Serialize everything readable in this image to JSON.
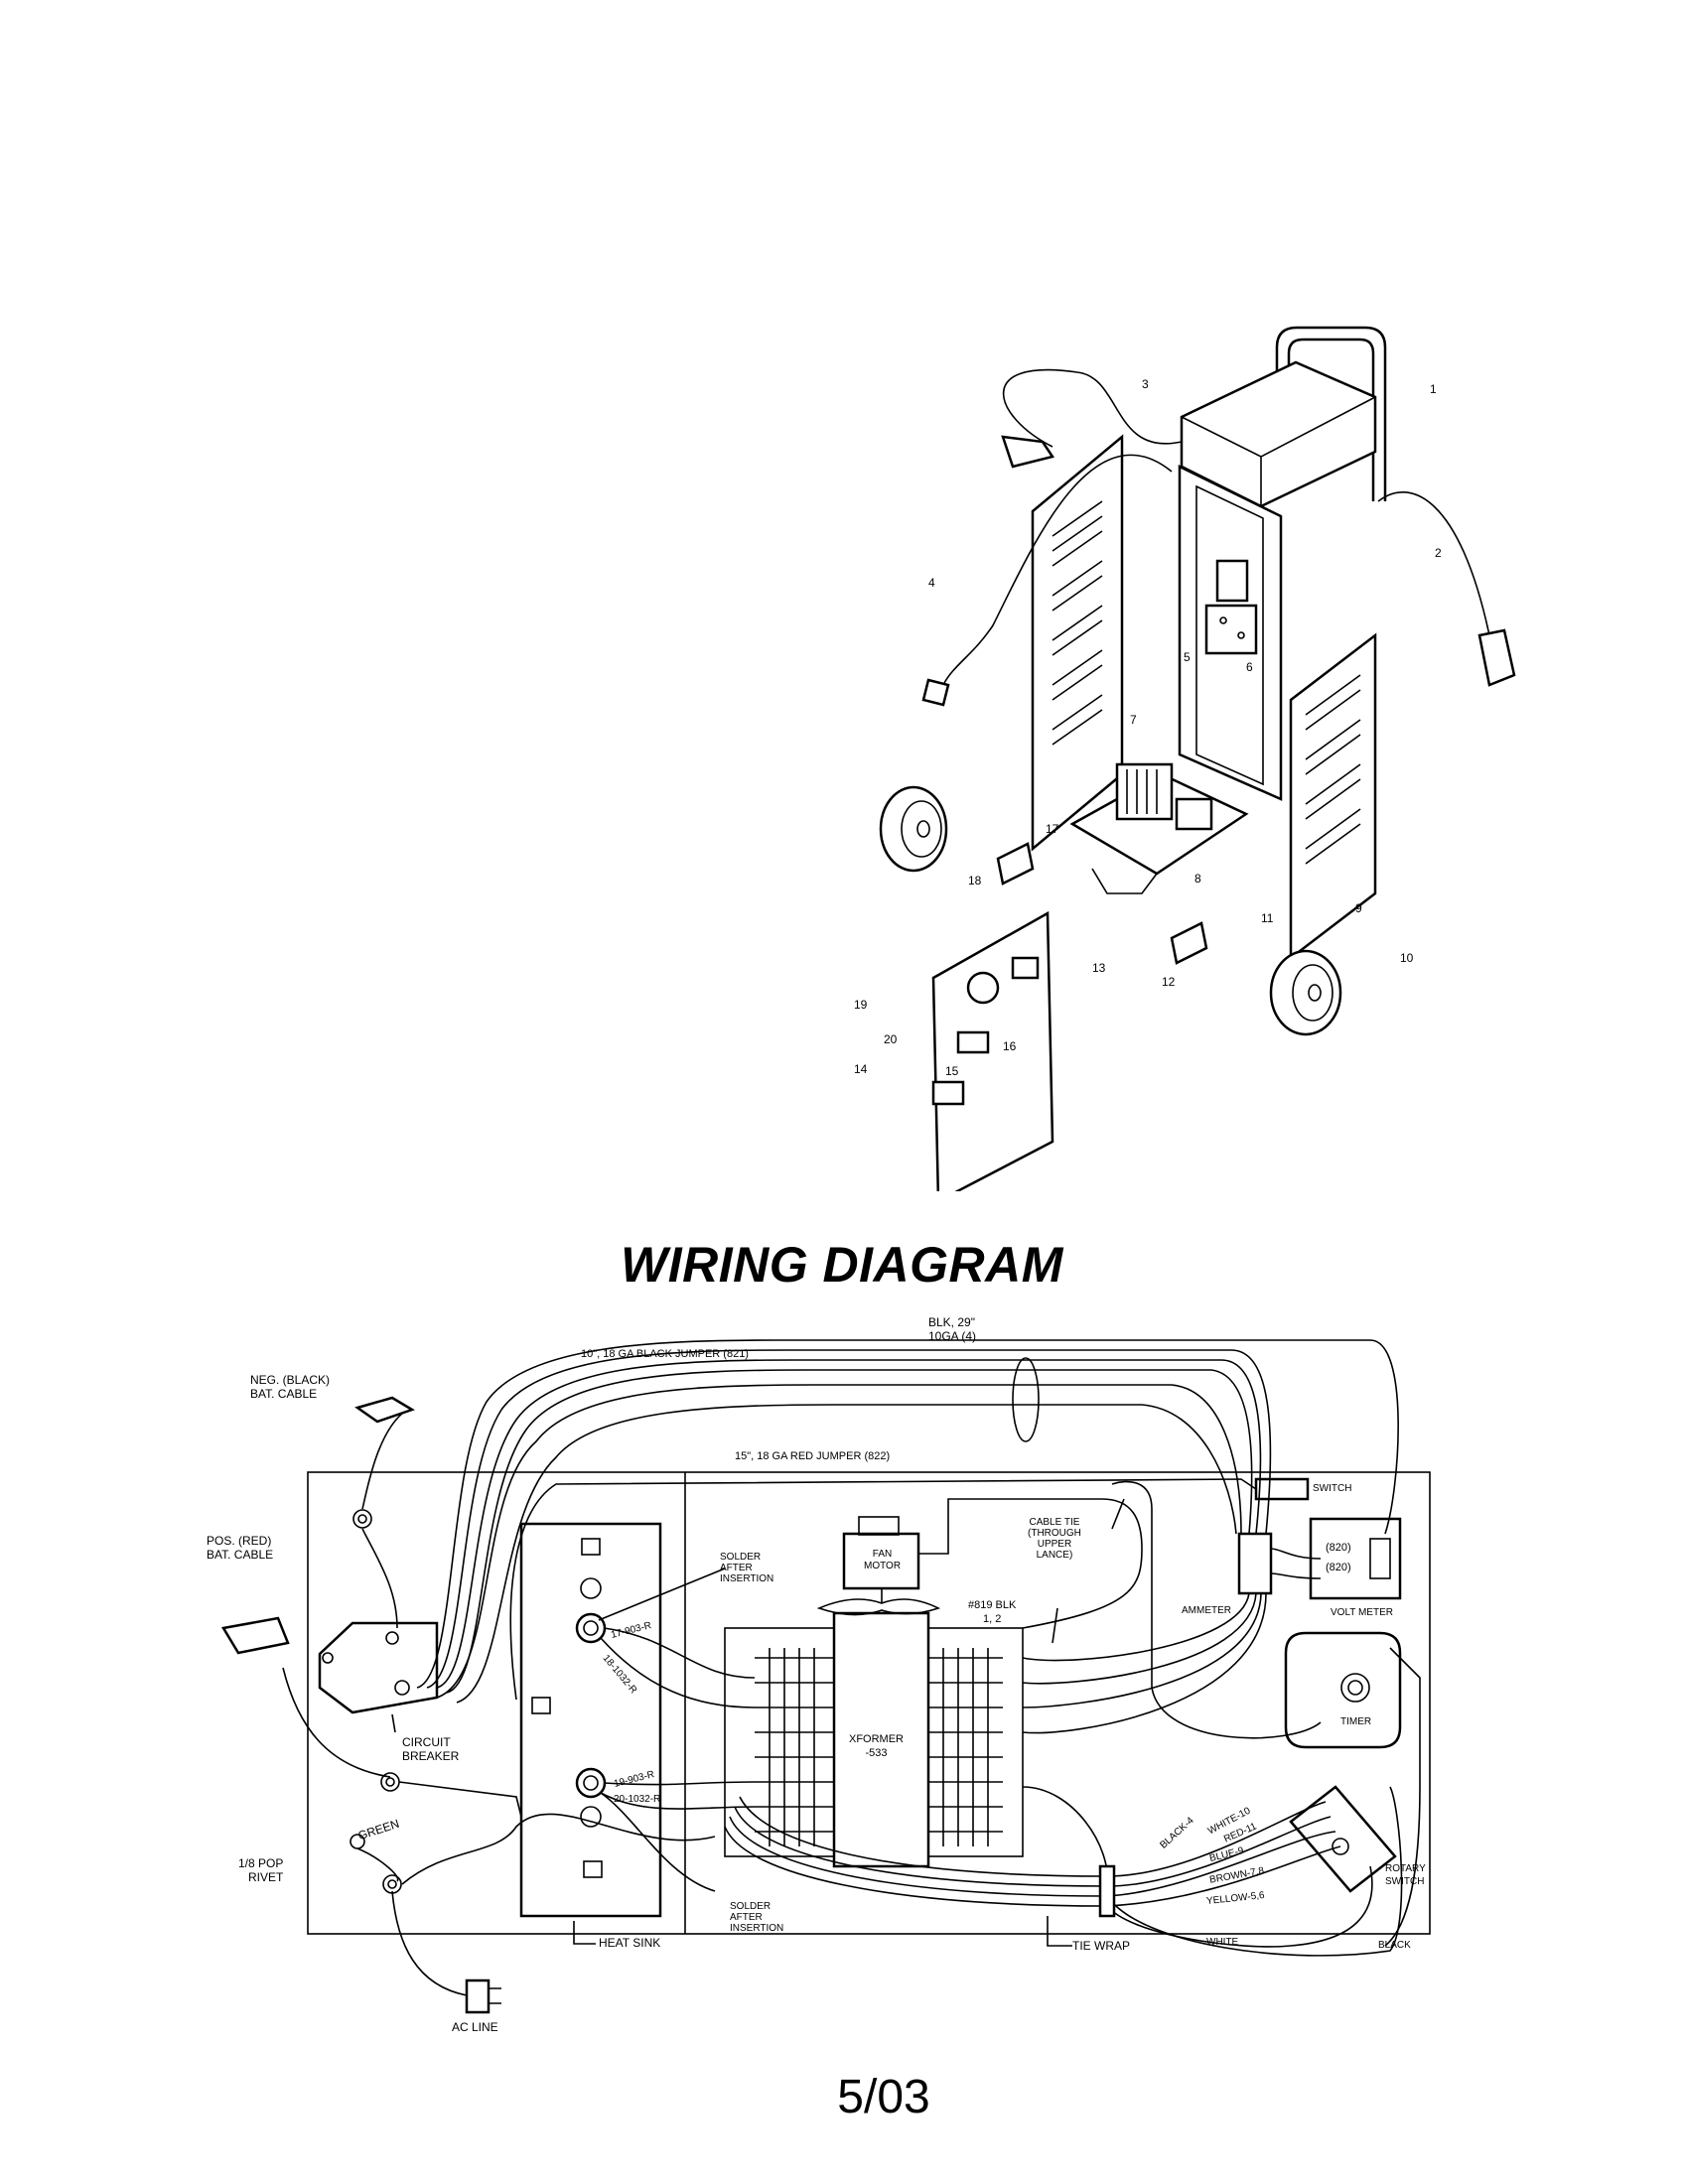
{
  "exploded_view": {
    "callouts": [
      "1",
      "2",
      "3",
      "4",
      "5",
      "6",
      "7",
      "8",
      "9",
      "10",
      "11",
      "12",
      "13",
      "14",
      "15",
      "16",
      "17",
      "18",
      "19",
      "20"
    ]
  },
  "wiring": {
    "title": "WIRING DIAGRAM",
    "labels": {
      "black_jumper": "10\", 18 GA BLACK JUMPER (821)",
      "red_jumper": "15\", 18 GA RED JUMPER (822)",
      "blk_wire": "BLK, 29\"\n10GA (4)",
      "neg_cable": "NEG. (BLACK)\nBAT. CABLE",
      "pos_cable": "POS. (RED)\nBAT. CABLE",
      "circuit_breaker": "CIRCUIT\nBREAKER",
      "pop_rivet": "1/8 POP\nRIVET",
      "green": "GREEN",
      "ac_line": "AC LINE",
      "heat_sink": "HEAT SINK",
      "solder_top": "SOLDER\nAFTER\nINSERTION",
      "solder_bottom": "SOLDER\nAFTER\nINSERTION",
      "fan_motor": "FAN\nMOTOR",
      "cable_tie": "CABLE TIE\n(THROUGH\nUPPER\nLANCE)",
      "blk_819": "#819 BLK\n1, 2",
      "xformer": "XFORMER\n-533",
      "ammeter": "AMMETER",
      "switch": "SWITCH",
      "volt_meter": "VOLT METER",
      "v820a": "(820)",
      "v820b": "(820)",
      "timer": "TIMER",
      "rotary_switch": "ROTARY\nSWITCH",
      "tie_wrap": "TIE WRAP",
      "white": "WHITE",
      "black": "BLACK",
      "w17": "17-903-R",
      "w18": "18-1032-R",
      "w19": "19-903-R",
      "w20": "20-1032-R",
      "black4": "BLACK-4",
      "white10": "WHITE-10",
      "red11": "RED-11",
      "blue9": "BLUE-9",
      "brown78": "BROWN-7,8",
      "yellow56": "YELLOW-5,6"
    }
  },
  "footer": {
    "page_text": "5/03"
  }
}
